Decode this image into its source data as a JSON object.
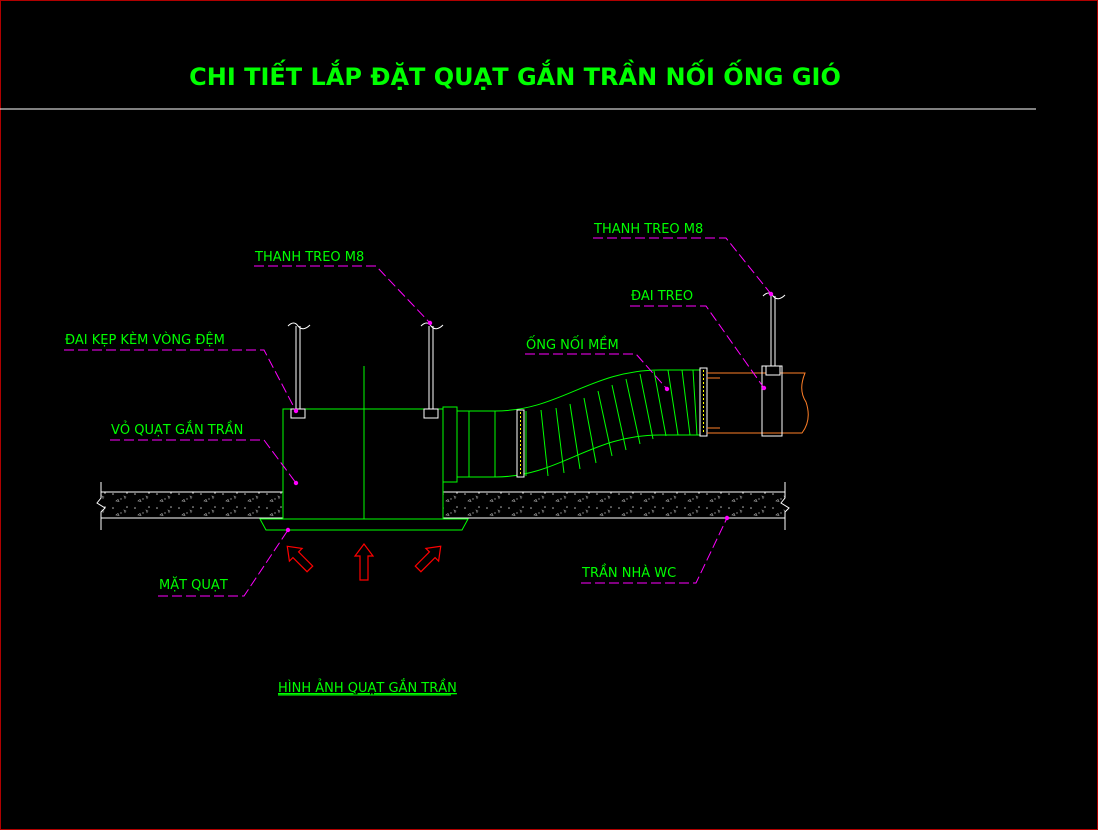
{
  "title": "CHI TIẾT LẮP ĐẶT QUẠT GẮN TRẦN NỐI ỐNG GIÓ",
  "caption": "HÌNH ẢNH QUẠT GẮN TRẦN",
  "labels": {
    "hanger_rod_left": "THANH TREO M8",
    "hanger_rod_right": "THANH TREO M8",
    "strap_hanger": "ĐAI TREO",
    "clamp_ring": "ĐAI KẸP KÈM VÒNG ĐỆM",
    "flexible_duct": "ỐNG NỐI MỀM",
    "fan_housing": "VỎ QUẠT GẮN TRẦN",
    "fan_face": "MẶT QUẠT",
    "ceiling": "TRẦN NHÀ WC"
  },
  "colors": {
    "background": "#000000",
    "title": "#00ff00",
    "label_text": "#00ff00",
    "leader": "#ff00ff",
    "structure": "#00ff00",
    "airflow_arrow": "#ff0000",
    "duct_rigid": "#ff7f27",
    "hanger": "#ffffff",
    "frame": "#b00000"
  }
}
